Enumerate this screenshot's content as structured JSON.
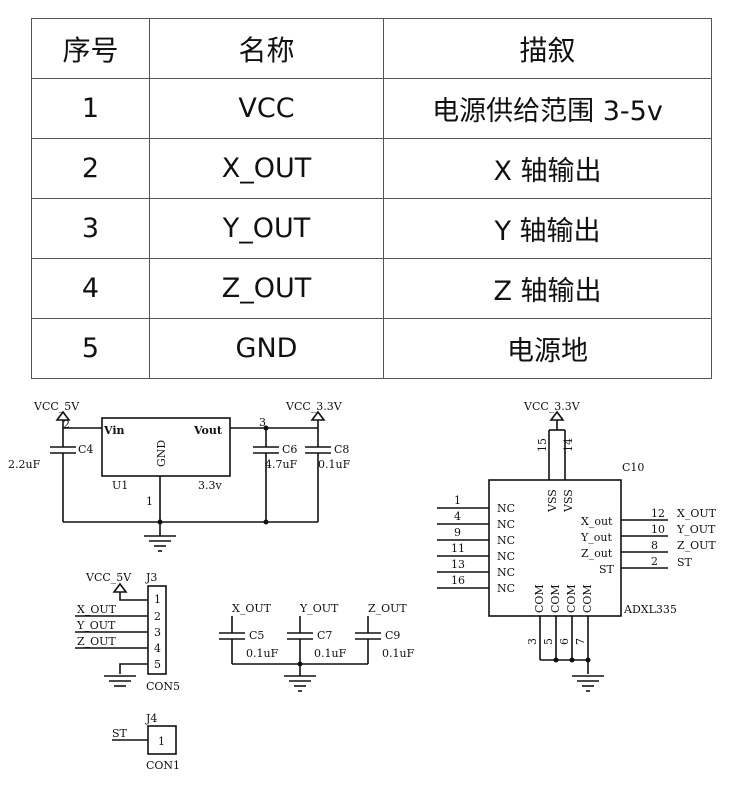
{
  "table": {
    "headers": [
      "序号",
      "名称",
      "描叙"
    ],
    "rows": [
      {
        "num": "1",
        "name": "VCC",
        "desc": "电源供给范围 3-5v"
      },
      {
        "num": "2",
        "name": "X_OUT",
        "desc": "X 轴输出"
      },
      {
        "num": "3",
        "name": "Y_OUT",
        "desc": "Y 轴输出"
      },
      {
        "num": "4",
        "name": "Z_OUT",
        "desc": "Z 轴输出"
      },
      {
        "num": "5",
        "name": "GND",
        "desc": "电源地"
      }
    ]
  },
  "schematic": {
    "regulator": {
      "power_in": "VCC_5V",
      "power_out": "VCC_3.3V",
      "vin": "Vin",
      "vout": "Vout",
      "gnd": "GND",
      "ref": "U1",
      "value": "3.3v",
      "pin_in": "2",
      "pin_out": "3",
      "pin_gnd": "1",
      "c4": "C4",
      "c4_val": "2.2uF",
      "c6": "C6",
      "c6_val": "4.7uF",
      "c8": "C8",
      "c8_val": "0.1uF"
    },
    "j3": {
      "ref": "J3",
      "type": "CON5",
      "power": "VCC_5V",
      "nets": [
        "X_OUT",
        "Y_OUT",
        "Z_OUT"
      ],
      "pins": [
        "1",
        "2",
        "3",
        "4",
        "5"
      ]
    },
    "filters": [
      {
        "net": "X_OUT",
        "ref": "C5",
        "value": "0.1uF"
      },
      {
        "net": "Y_OUT",
        "ref": "C7",
        "value": "0.1uF"
      },
      {
        "net": "Z_OUT",
        "ref": "C9",
        "value": "0.1uF"
      }
    ],
    "j4": {
      "ref": "J4",
      "type": "CON1",
      "net": "ST",
      "pin": "1"
    },
    "adxl": {
      "power": "VCC_3.3V",
      "ref": "C10",
      "part": "ADXL335",
      "vss_pins": [
        "15",
        "14"
      ],
      "vss_label": "VSS",
      "nc_pins": [
        "1",
        "4",
        "9",
        "11",
        "13",
        "16"
      ],
      "nc_label": "NC",
      "out_pins": [
        "12",
        "10",
        "8",
        "2"
      ],
      "out_names": [
        "X_out",
        "Y_out",
        "Z_out",
        "ST"
      ],
      "out_nets": [
        "X_OUT",
        "Y_OUT",
        "Z_OUT",
        "ST"
      ],
      "com_pins": [
        "3",
        "5",
        "6",
        "7"
      ],
      "com_label": "COM"
    }
  }
}
